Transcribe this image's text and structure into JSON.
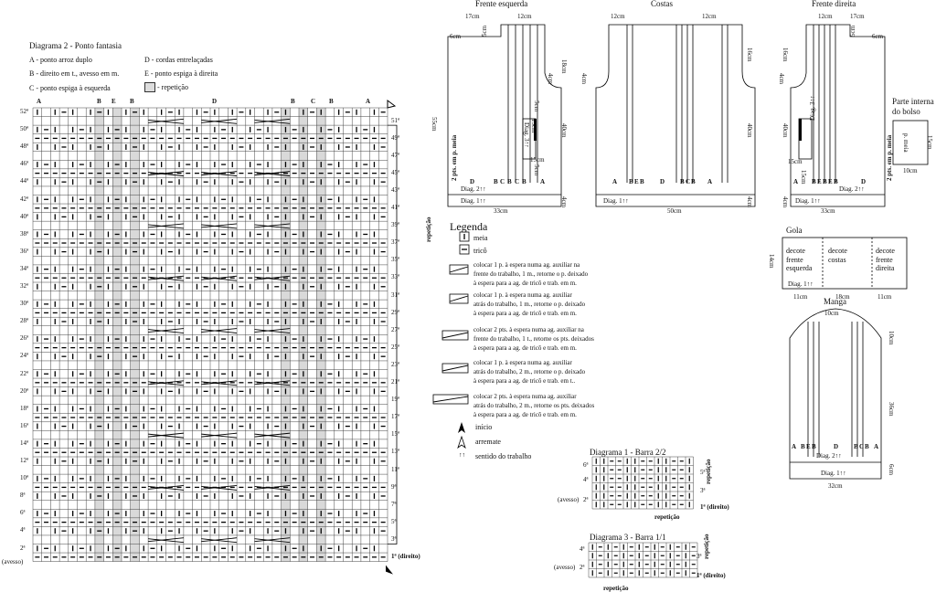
{
  "diagram2": {
    "title": "Diagrama 2 - Ponto fantasia",
    "keyA": "A - ponto arroz duplo",
    "keyB": "B - direito em t., avesso em m.",
    "keyC": "C - ponto espiga à esquerda",
    "keyD": "D - cordas entrelaçadas",
    "keyE": "E - ponto espiga à direita",
    "keyRep": "- repetição",
    "colLetters": [
      "A",
      "B",
      "E",
      "B",
      "D",
      "B",
      "C",
      "B",
      "A"
    ],
    "leftRows": [
      "52ª",
      "50ª",
      "48ª",
      "46ª",
      "44ª",
      "42ª",
      "40ª",
      "38ª",
      "36ª",
      "34ª",
      "32ª",
      "30ª",
      "28ª",
      "26ª",
      "24ª",
      "22ª",
      "20ª",
      "18ª",
      "16ª",
      "14ª",
      "12ª",
      "10ª",
      "8ª",
      "6ª",
      "4ª",
      "2ª"
    ],
    "rightRows": [
      "51ª",
      "49ª",
      "47ª",
      "45ª",
      "43ª",
      "41ª",
      "39ª",
      "37ª",
      "35ª",
      "33ª",
      "31ª",
      "29ª",
      "27ª",
      "25ª",
      "23ª",
      "21ª",
      "19ª",
      "17ª",
      "15ª",
      "13ª",
      "11ª",
      "9ª",
      "7ª",
      "5ª",
      "3ª",
      "1ª (direito)"
    ],
    "avesso": "(avesso)",
    "repeticao": "repetição"
  },
  "pieces": {
    "frente_esq": {
      "title": "Frente esquerda",
      "w1": "17cm",
      "w2": "12cm",
      "bottom": "33cm",
      "side": "55cm",
      "h1": "18cm",
      "h2": "4cm",
      "h3": "40cm",
      "h4": "4cm",
      "neck": "6cm",
      "n2": "5cm",
      "pocket": "15cm",
      "p2": "5cm",
      "p3": "15cm",
      "p4": "5cm",
      "side2": "2 pts. em p. meia",
      "diag1": "Diag. 1↑↑",
      "diag2": "Diag. 2↑↑",
      "diag3": "Diag. 3↑↑",
      "letters": [
        "D",
        "B",
        "C",
        "B",
        "C",
        "B",
        "A"
      ]
    },
    "costas": {
      "title": "Costas",
      "w1": "12cm",
      "w2": "12cm",
      "bottom": "50cm",
      "h1": "16cm",
      "h2": "4cm",
      "h3": "40cm",
      "h4": "4cm",
      "diag1": "Diag. 1↑↑",
      "letters": [
        "A",
        "B",
        "E",
        "B",
        "D",
        "B",
        "C",
        "B",
        "A"
      ]
    },
    "frente_dir": {
      "title": "Frente direita",
      "w1": "12cm",
      "w2": "17cm",
      "bottom": "33cm",
      "h1": "16cm",
      "h2": "4cm",
      "h3": "40cm",
      "h4": "4cm",
      "neck": "6cm",
      "n2": "5cm",
      "diag1": "Diag. 1↑↑",
      "diag2": "Diag. 2↑↑",
      "diag3": "Diag. 3↑↑",
      "p1": "15cm",
      "p2": "15cm",
      "side2": "2 pts. em p. meia",
      "letters": [
        "A",
        "B",
        "E",
        "B",
        "E",
        "B",
        "D"
      ]
    },
    "bolso": {
      "title": "Parte interna do bolso",
      "w": "10cm",
      "h": "15cm",
      "label": "p. meia"
    },
    "gola": {
      "title": "Gola",
      "c1": "decote frente esquerda",
      "c2": "decote costas",
      "c3": "decote frente direita",
      "h": "14cm",
      "w1": "11cm",
      "w2": "18cm",
      "w3": "11cm",
      "diag": "Diag. 1↑↑"
    },
    "manga": {
      "title": "Manga",
      "top": "10cm",
      "h1": "10cm",
      "h2": "36cm",
      "h3": "6cm",
      "bottom": "32cm",
      "diag1": "Diag. 1↑↑",
      "diag2": "Diag. 2↑↑",
      "letters": [
        "A",
        "B",
        "E",
        "B",
        "D",
        "B",
        "C",
        "B",
        "A"
      ]
    }
  },
  "legenda": {
    "title": "Legenda",
    "meia": "meia",
    "trico": "tricô",
    "s1": [
      "colocar 1 p. à espera numa ag. auxiliar na",
      "frente do trabalho, 1 m., retorne o p. deixado",
      "à espera para a ag. de tricô e trab. em m."
    ],
    "s2": [
      "colocar 1 p. à espera numa ag. auxiliar",
      "atrás do trabalho, 1 m., retorne o p. deixado",
      "à espera para a ag. de tricô e trab. em m."
    ],
    "s3": [
      "colocar 2 pts. à espera numa ag. auxiliar na",
      "frente do trabalho, 1 t., retorne os pts. deixados",
      "à espera para a ag. de tricô e trab. em m."
    ],
    "s4": [
      "colocar 1 p. à espera numa ag. auxiliar",
      "atrás do trabalho, 2 m., retorne o p. deixado",
      "à espera para a ag. de tricô e trab. em t.."
    ],
    "s5": [
      "colocar 2 pts. à espera numa ag. auxiliar",
      "atrás do trabalho, 2 m., retorne os pts. deixados",
      "à espera para a ag. de tricô e trab. em m."
    ],
    "inicio": "início",
    "arremate": "arremate",
    "sentido": "sentido do trabalho"
  },
  "diagram1": {
    "title": "Diagrama 1 - Barra 2/2",
    "rowsL": [
      "6ª",
      "4ª",
      "2ª"
    ],
    "rowsR": [
      "5ª",
      "3ª",
      "1ª (direito)"
    ],
    "avesso": "(avesso)",
    "rep": "repetição"
  },
  "diagram3": {
    "title": "Diagrama 3 - Barra 1/1",
    "rowsL": [
      "4ª",
      "2ª"
    ],
    "rowsR": [
      "3ª",
      "1ª (direito)"
    ],
    "avesso": "(avesso)",
    "rep": "repetição"
  }
}
